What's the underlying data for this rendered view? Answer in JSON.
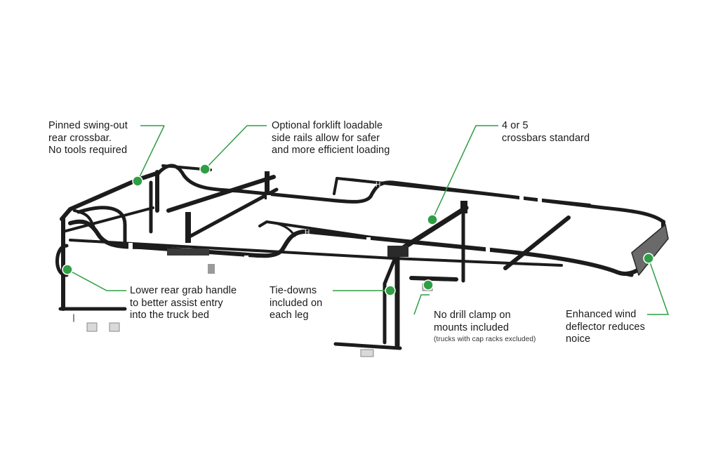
{
  "colors": {
    "accent": "#2f9e44",
    "frame": "#1c1c1c",
    "background": "#ffffff",
    "text": "#1a1a1a"
  },
  "callouts": {
    "swing_out": {
      "lines": [
        "Pinned swing-out",
        "rear crossbar.",
        "No tools required"
      ]
    },
    "forklift": {
      "lines": [
        "Optional forklift loadable",
        "side rails allow for safer",
        "and more efficient loading"
      ]
    },
    "crossbars": {
      "lines": [
        "4 or 5",
        "crossbars standard"
      ]
    },
    "grab_handle": {
      "lines": [
        "Lower rear grab handle",
        "to better assist entry",
        "into the truck bed"
      ]
    },
    "tie_downs": {
      "lines": [
        "Tie-downs",
        "included on",
        "each leg"
      ]
    },
    "clamp": {
      "lines": [
        "No drill clamp on",
        "mounts included"
      ],
      "note": "(trucks with cap racks excluded)"
    },
    "deflector": {
      "lines": [
        "Enhanced wind",
        "deflector reduces",
        "noice"
      ]
    }
  }
}
